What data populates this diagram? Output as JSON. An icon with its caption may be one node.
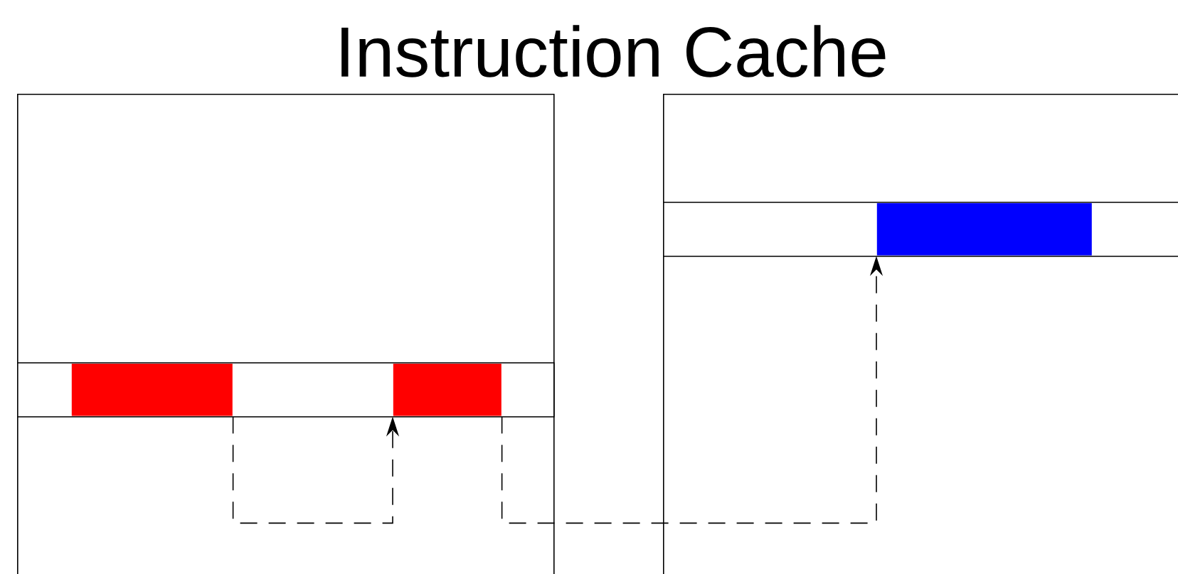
{
  "diagram": {
    "title": "Instruction Cache",
    "nodes": [
      {
        "text": [],
        "shape": "box"
      },
      {
        "text": [],
        "shape": "box"
      },
      {
        "text": [],
        "shape": "box",
        "in": 0
      },
      {
        "text": [],
        "shape": "box",
        "in": 2
      },
      {
        "text": [],
        "shape": "box",
        "in": 2
      },
      {
        "text": [],
        "shape": "box",
        "in": 1
      },
      {
        "text": [],
        "shape": "box",
        "in": 5
      }
    ],
    "edges": [
      {
        "from": 3,
        "to": 4,
        "arrow": "to",
        "style": "dashed"
      },
      {
        "from": 4,
        "to": 6,
        "arrow": "to",
        "style": "dashed"
      }
    ]
  }
}
